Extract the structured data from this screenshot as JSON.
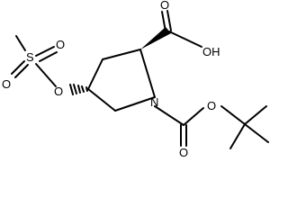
{
  "atoms": {
    "O_carboxyl_top": "O",
    "OH": "OH",
    "N": "N",
    "O_ms_ester": "O",
    "S": "S",
    "O_s_upper": "O",
    "O_s_lower": "O",
    "O_boc_carbonyl": "O",
    "O_boc_ester": "O"
  },
  "colors": {
    "ink": "#000000",
    "background": "#ffffff"
  }
}
